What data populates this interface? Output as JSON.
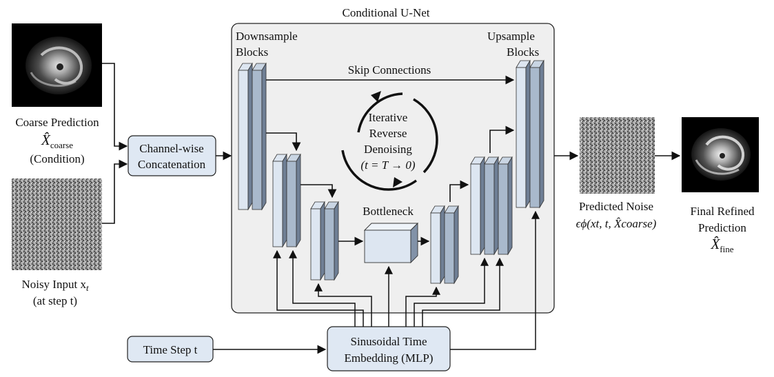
{
  "title": "Conditional U-Net",
  "unet": {
    "down_label_1": "Downsample",
    "down_label_2": "Blocks",
    "up_label_1": "Upsample",
    "up_label_2": "Blocks",
    "skip_label": "Skip Connections",
    "bottleneck_label": "Bottleneck",
    "loop_line1": "Iterative",
    "loop_line2": "Reverse",
    "loop_line3": "Denoising",
    "loop_line4": "(t = T → 0)"
  },
  "inputs": {
    "coarse_line1": "Coarse Prediction",
    "coarse_symbol": "X̂",
    "coarse_sub": "coarse",
    "coarse_line3": "(Condition)",
    "noisy_line1": "Noisy Input x",
    "noisy_sub": "t",
    "noisy_line2": "(at step t)"
  },
  "concat_box": {
    "line1": "Channel-wise",
    "line2": "Concatenation"
  },
  "time_step_box": {
    "label": "Time Step t"
  },
  "embedding_box": {
    "line1": "Sinusoidal Time",
    "line2": "Embedding (MLP)"
  },
  "outputs": {
    "noise_line1": "Predicted Noise",
    "noise_line2": "ϵϕ(xt, t, X̂coarse)",
    "final_line1": "Final Refined",
    "final_line2": "Prediction",
    "final_symbol": "X̂",
    "final_sub": "fine"
  },
  "colors": {
    "unet_panel": "#efefef",
    "box_fill": "#dfe8f3",
    "block_front": "#a9b9cc",
    "block_side": "#6f7f95",
    "block_light": "#dde6f1",
    "line": "#111111"
  }
}
